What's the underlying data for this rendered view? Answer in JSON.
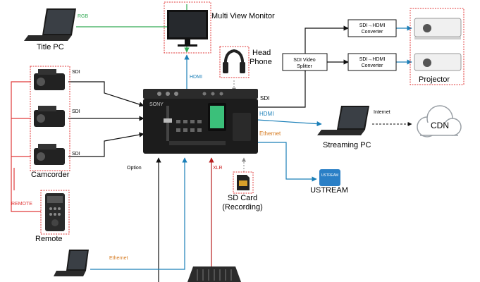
{
  "colors": {
    "sdi_line": "#111111",
    "rgb_line": "#33aa55",
    "hdmi_line": "#1a7fb8",
    "ethernet_line": "#1a7fb8",
    "xlr_line": "#b81f1f",
    "remote_line": "#e03a3a",
    "highlight_box": "#e03a3a",
    "ethernet_text": "#d67a1f",
    "xlr_text": "#cc2222",
    "cdn_cloud": "#9aa0a6",
    "ustream_brand": "#2a7fc6"
  },
  "devices": {
    "title_pc": "Title PC",
    "multi_view_monitor": "Multi View Monitor",
    "head_phone_line1": "Head",
    "head_phone_line2": "Phone",
    "sdi_video_splitter_line1": "SDI Video",
    "sdi_video_splitter_line2": "Splitter",
    "converter_top_line1": "SDI→HDMI",
    "converter_top_line2": "Converter",
    "converter_bottom_line1": "SDI→HDMI",
    "converter_bottom_line2": "Converter",
    "projector": "Projector",
    "streaming_pc": "Streaming PC",
    "cdn": "CDN",
    "ustream": "USTREAM",
    "ustream_logo_text": "USTREAM",
    "camcorder": "Camcorder",
    "sd_card_line1": "SD Card",
    "sd_card_line2": "(Recording)",
    "remote": "Remote",
    "switcher_brand": "SONY"
  },
  "connections": {
    "rgb": "RGB",
    "hdmi_monitor": "HDMI",
    "sdi_cam1": "SDI",
    "sdi_cam2": "SDI",
    "sdi_cam3": "SDI",
    "sdi_out": "SDI",
    "hdmi_out": "HDMI",
    "ethernet_out": "Ethernet",
    "internet": "Internet",
    "option": "Option",
    "xlr": "XLR",
    "remote": "REMOTE",
    "ethernet_bottom": "Ethernet"
  }
}
